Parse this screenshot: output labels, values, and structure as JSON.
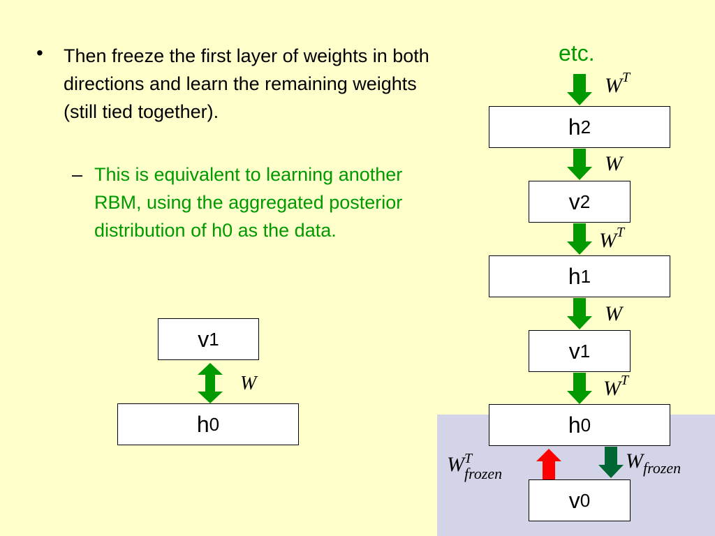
{
  "slide": {
    "bullet": "•",
    "bullet_text": "Then freeze the first layer of weights in both directions and learn the remaining weights (still tied together).",
    "sub_dash": "–",
    "sub_text": "This is equivalent to learning another RBM, using the aggregated posterior distribution of h0 as the data."
  },
  "left_diagram": {
    "top_box": {
      "main": "v",
      "sub": "1"
    },
    "bottom_box": {
      "main": "h",
      "sub": "0"
    },
    "weight_label": "W",
    "arrow_color": "#009900"
  },
  "right_diagram": {
    "etc_label": "etc.",
    "boxes": [
      {
        "main": "h",
        "sub": "2"
      },
      {
        "main": "v",
        "sub": "2"
      },
      {
        "main": "h",
        "sub": "1"
      },
      {
        "main": "v",
        "sub": "1"
      },
      {
        "main": "h",
        "sub": "0"
      },
      {
        "main": "v",
        "sub": "0"
      }
    ],
    "weights": [
      {
        "base": "W",
        "sup": "T"
      },
      {
        "base": "W",
        "sup": ""
      },
      {
        "base": "W",
        "sup": "T"
      },
      {
        "base": "W",
        "sup": ""
      },
      {
        "base": "W",
        "sup": "T"
      }
    ],
    "frozen_transpose": {
      "base": "W",
      "sup": "T",
      "sub": "frozen"
    },
    "frozen": {
      "base": "W",
      "sub": "frozen"
    },
    "colors": {
      "green": "#009900",
      "dark_green": "#006633",
      "red": "#ff0000",
      "shade": "#d4d4e8"
    }
  }
}
